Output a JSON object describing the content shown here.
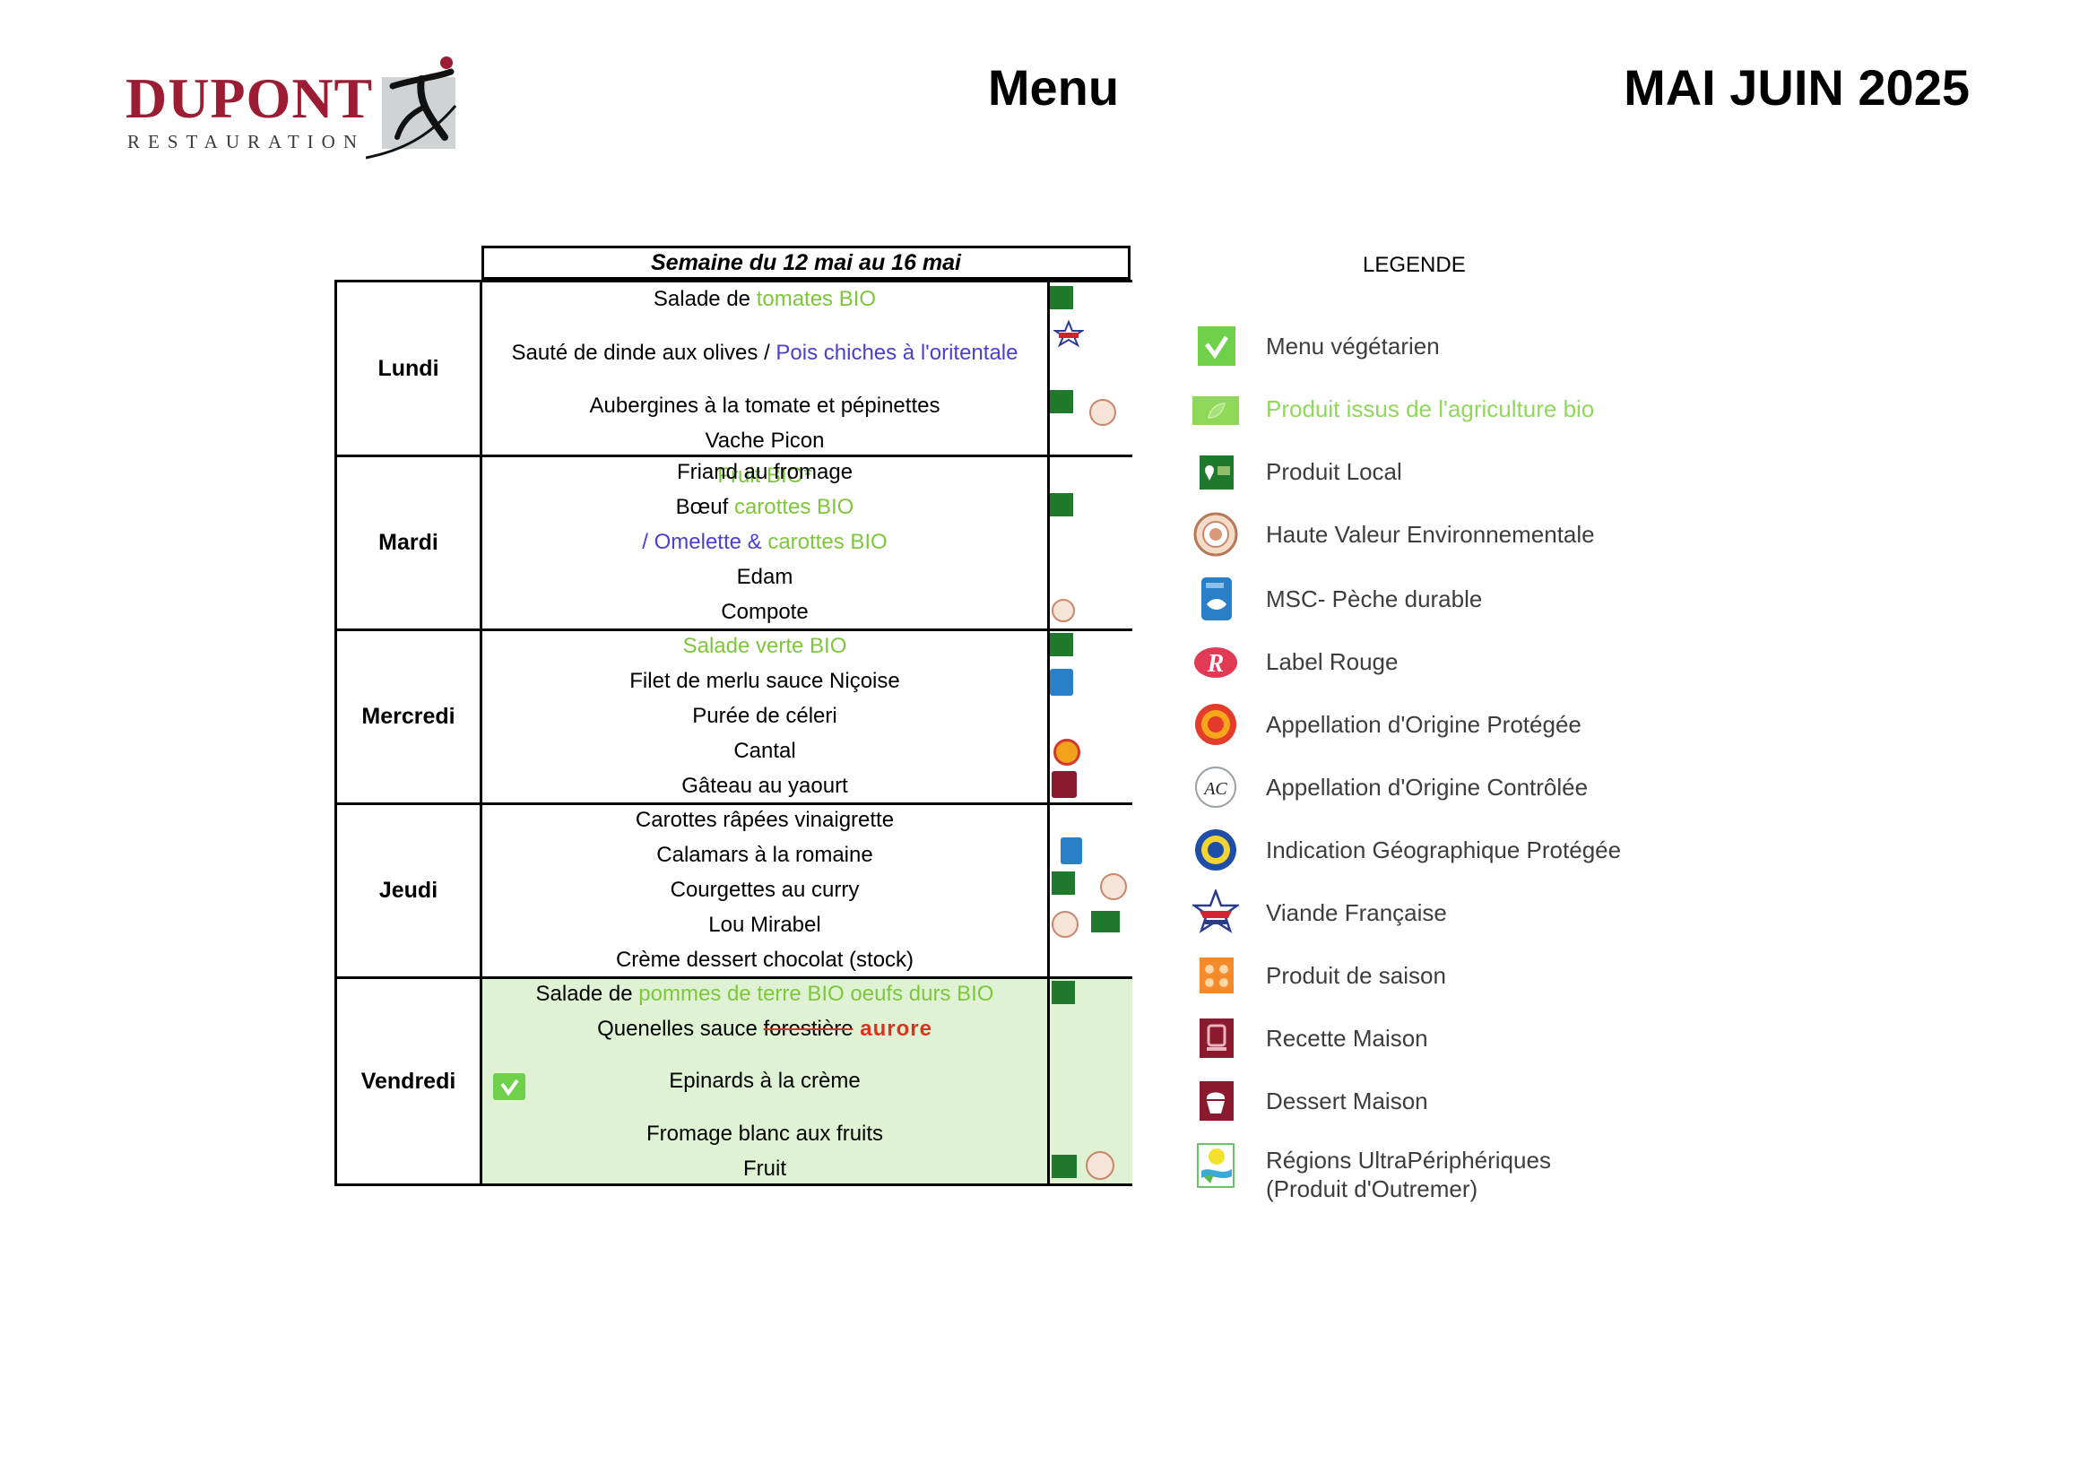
{
  "header": {
    "logo_main": "DUPONT",
    "logo_sub": "RESTAURATION",
    "title": "Menu",
    "period": "MAI JUIN 2025"
  },
  "week": {
    "header": "Semaine du 12 mai au 16 mai",
    "days": [
      {
        "name": "Lundi",
        "dishes": [
          {
            "parts": [
              {
                "text": "Salade de ",
                "style": ""
              },
              {
                "text": "tomates BIO",
                "style": "green"
              }
            ]
          },
          {
            "parts": [
              {
                "text": "Sauté de dinde aux olives / ",
                "style": ""
              },
              {
                "text": "Pois chiches à l'oritentale",
                "style": "blue"
              }
            ]
          },
          {
            "parts": [
              {
                "text": "Aubergines à la tomate et pépinettes",
                "style": ""
              }
            ]
          },
          {
            "parts": [
              {
                "text": "Vache Picon",
                "style": ""
              }
            ]
          },
          {
            "parts": [
              {
                "text": "Fruit BIO*",
                "style": "green"
              }
            ]
          }
        ]
      },
      {
        "name": "Mardi",
        "dishes": [
          {
            "parts": [
              {
                "text": "Friand au fromage",
                "style": ""
              }
            ]
          },
          {
            "parts": [
              {
                "text": "Bœuf ",
                "style": ""
              },
              {
                "text": "carottes BIO",
                "style": "green"
              }
            ]
          },
          {
            "parts": [
              {
                "text": "/ Omelette & ",
                "style": "blue"
              },
              {
                "text": "carottes BIO",
                "style": "green"
              }
            ]
          },
          {
            "parts": [
              {
                "text": "Edam",
                "style": ""
              }
            ]
          },
          {
            "parts": [
              {
                "text": "Compote",
                "style": ""
              }
            ]
          }
        ]
      },
      {
        "name": "Mercredi",
        "dishes": [
          {
            "parts": [
              {
                "text": "Salade verte BIO",
                "style": "green"
              }
            ]
          },
          {
            "parts": [
              {
                "text": "Filet de merlu sauce Niçoise",
                "style": ""
              }
            ]
          },
          {
            "parts": [
              {
                "text": "Purée de céleri",
                "style": ""
              }
            ]
          },
          {
            "parts": [
              {
                "text": "Cantal",
                "style": ""
              }
            ]
          },
          {
            "parts": [
              {
                "text": "Gâteau au yaourt",
                "style": ""
              }
            ]
          }
        ]
      },
      {
        "name": "Jeudi",
        "dishes": [
          {
            "parts": [
              {
                "text": "Carottes râpées vinaigrette",
                "style": ""
              }
            ]
          },
          {
            "parts": [
              {
                "text": "Calamars à la romaine",
                "style": ""
              }
            ]
          },
          {
            "parts": [
              {
                "text": "Courgettes au curry",
                "style": ""
              }
            ]
          },
          {
            "parts": [
              {
                "text": "Lou Mirabel",
                "style": ""
              }
            ]
          },
          {
            "parts": [
              {
                "text": "Crème dessert chocolat (stock)",
                "style": ""
              }
            ]
          }
        ]
      },
      {
        "name": "Vendredi",
        "dishes": [
          {
            "parts": [
              {
                "text": "Salade de ",
                "style": ""
              },
              {
                "text": "pommes de terre BIO oeufs durs BIO",
                "style": "green"
              }
            ]
          },
          {
            "parts": [
              {
                "text": "Quenelles sauce ",
                "style": ""
              },
              {
                "text": "forestière",
                "style": "strike"
              },
              {
                "text": " aurore",
                "style": "red"
              }
            ]
          },
          {
            "parts": [
              {
                "text": "Epinards à la crème",
                "style": ""
              }
            ]
          },
          {
            "parts": [
              {
                "text": "Fromage blanc aux fruits",
                "style": ""
              }
            ]
          },
          {
            "parts": [
              {
                "text": "Fruit",
                "style": ""
              }
            ]
          }
        ]
      }
    ]
  },
  "legend": {
    "title": "LEGENDE",
    "items": [
      {
        "icon": "vegetarian-icon",
        "label": "Menu végétarien"
      },
      {
        "icon": "organic-leaf-icon",
        "label": "Produit issus de l'agriculture bio"
      },
      {
        "icon": "local-product-icon",
        "label": "Produit Local"
      },
      {
        "icon": "hve-seal-icon",
        "label": "Haute Valeur Environnementale"
      },
      {
        "icon": "msc-fish-icon",
        "label": "MSC- Pèche durable"
      },
      {
        "icon": "label-rouge-icon",
        "label": "Label Rouge"
      },
      {
        "icon": "aop-seal-icon",
        "label": "Appellation d'Origine Protégée"
      },
      {
        "icon": "aoc-seal-icon",
        "label": "Appellation d'Origine Contrôlée"
      },
      {
        "icon": "igp-seal-icon",
        "label": "Indication Géographique Protégée"
      },
      {
        "icon": "french-meat-icon",
        "label": "Viande Française"
      },
      {
        "icon": "seasonal-product-icon",
        "label": "Produit de saison"
      },
      {
        "icon": "homemade-recipe-icon",
        "label": "Recette Maison"
      },
      {
        "icon": "homemade-dessert-icon",
        "label": "Dessert Maison"
      },
      {
        "icon": "overseas-regions-icon",
        "label": "Régions UltraPériphériques",
        "label2": "(Produit d'Outremer)"
      }
    ]
  },
  "colors": {
    "brand": "#9b1c33",
    "bio_green": "#7ec63c",
    "alt_blue": "#4a3fd0",
    "correction_red": "#e0311c",
    "friday_bg": "#dff3d4"
  }
}
